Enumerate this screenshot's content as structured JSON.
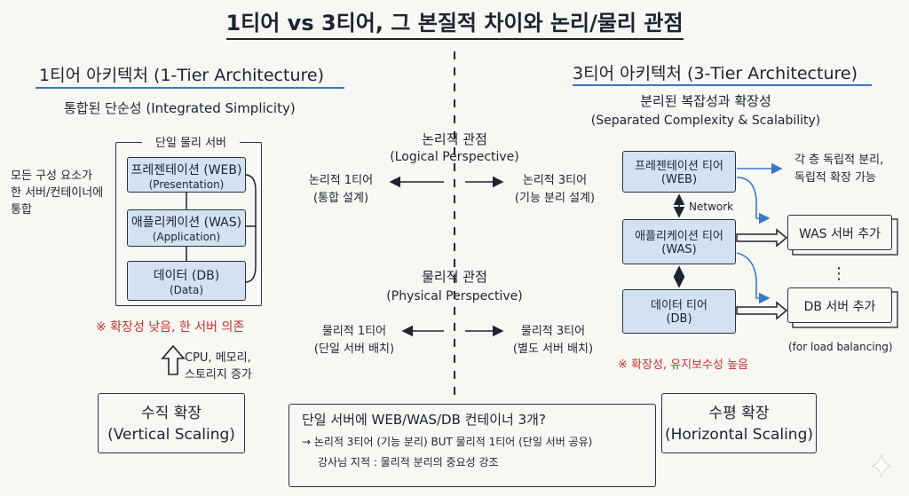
{
  "title": "1티어 vs 3티어, 그 본질적 차이와 논리/물리 관점",
  "left": {
    "heading": "1티어 아키텍처 (1-Tier Architecture)",
    "subheading": "통합된 단순성 (Integrated Simplicity)",
    "server_label": "단일 물리 서버",
    "side_note": [
      "모든 구성 요소가",
      "한 서버/컨테이너에",
      "통합"
    ],
    "layers": [
      {
        "name": "프레젠테이션 (WEB)",
        "sub": "(Presentation)"
      },
      {
        "name": "애플리케이션 (WAS)",
        "sub": "(Application)"
      },
      {
        "name": "데이터 (DB)",
        "sub": "(Data)"
      }
    ],
    "warning": "※ 확장성 낮음, 한 서버 의존",
    "upgrade_note": [
      "CPU, 메모리,",
      "스토리지 증가"
    ],
    "scaling": [
      "수직 확장",
      "(Vertical Scaling)"
    ]
  },
  "center": {
    "logical": {
      "title": "논리적 관점",
      "subtitle": "(Logical Perspective)",
      "left": [
        "논리적 1티어",
        "(통합 설계)"
      ],
      "right": [
        "논리적 3티어",
        "(기능 분리 설계)"
      ]
    },
    "physical": {
      "title": "물리적 관점",
      "subtitle": "(Physical Perspective)",
      "left": [
        "물리적 1티어",
        "(단일 서버 배치)"
      ],
      "right": [
        "물리적 3티어",
        "(별도 서버 배치)"
      ]
    },
    "note": {
      "line1": "단일 서버에 WEB/WAS/DB 컨테이너 3개?",
      "line2": "→ 논리적 3티어 (기능 분리) BUT 물리적 1티어 (단일 서버 공유)",
      "line3": "강사님 지적 : 물리적 분리의 중요성 강조"
    }
  },
  "right": {
    "heading": "3티어 아키텍처 (3-Tier Architecture)",
    "subheading": "분리된 복잡성과 확장성",
    "subheading_en": "(Separated Complexity & Scalability)",
    "tiers": [
      {
        "name": "프레젠테이션 티어",
        "sub": "(WEB)"
      },
      {
        "name": "애플리케이션 티어",
        "sub": "(WAS)"
      },
      {
        "name": "데이터 티어",
        "sub": "(DB)"
      }
    ],
    "network_label": "Network",
    "side_note": [
      "각 층 독립적 분리,",
      "독립적 확장 가능"
    ],
    "was_add": "WAS 서버 추가",
    "ellipsis": "⋮",
    "db_add": "DB 서버 추가",
    "lb_note": "(for load balancing)",
    "warning": "※ 확장성, 유지보수성 높음",
    "scaling": [
      "수평 확장",
      "(Horizontal Scaling)"
    ]
  },
  "watermark_icon": "sparkle-icon",
  "colors": {
    "accent_blue": "#3a78c2",
    "box_fill": "#d3e2f3",
    "warning_red": "#c8322b",
    "ink": "#1d2330"
  }
}
